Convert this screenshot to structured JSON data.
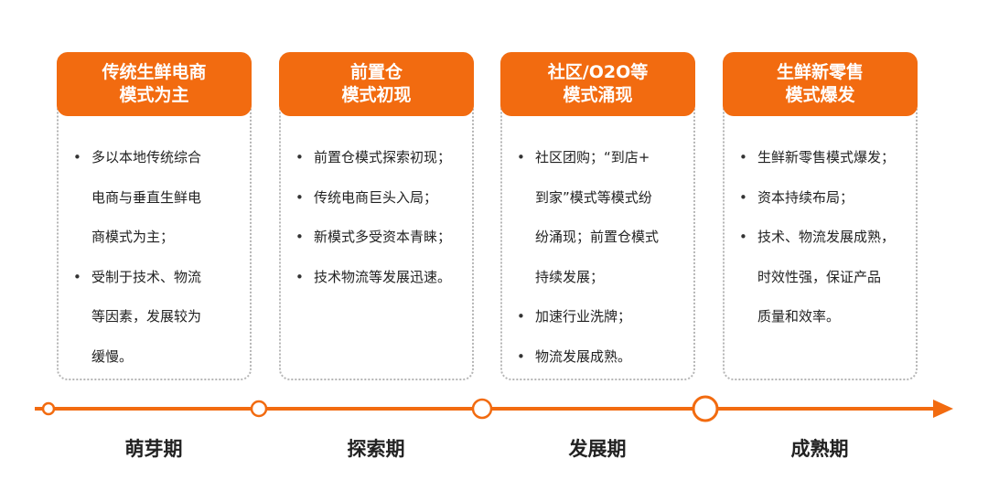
{
  "colors": {
    "accent": "#f26b10",
    "border": "#b5b5b5",
    "text": "#222222"
  },
  "cards": [
    {
      "title_line1": "传统生鲜电商",
      "title_line2": "模式为主",
      "bullets": [
        "多以本地传统综合\n电商与垂直生鲜电\n商模式为主；",
        "受制于技术、物流\n等因素，发展较为\n缓慢。"
      ]
    },
    {
      "title_line1": "前置仓",
      "title_line2": "模式初现",
      "bullets": [
        "前置仓模式探索初现；",
        "传统电商巨头入局；",
        "新模式多受资本青睐；",
        "技术物流等发展迅速。"
      ]
    },
    {
      "title_line1": "社区/O2O等",
      "title_line2": "模式涌现",
      "bullets": [
        "社区团购；“到店+\n到家”模式等模式纷\n纷涌现；前置仓模式\n持续发展；",
        "加速行业洗牌；",
        "物流发展成熟。"
      ]
    },
    {
      "title_line1": "生鲜新零售",
      "title_line2": "模式爆发",
      "bullets": [
        "生鲜新零售模式爆发；",
        "资本持续布局；",
        "技术、物流发展成熟，\n时效性强，保证产品\n质量和效率。"
      ]
    }
  ],
  "stages": [
    "萌芽期",
    "探索期",
    "发展期",
    "成熟期"
  ]
}
